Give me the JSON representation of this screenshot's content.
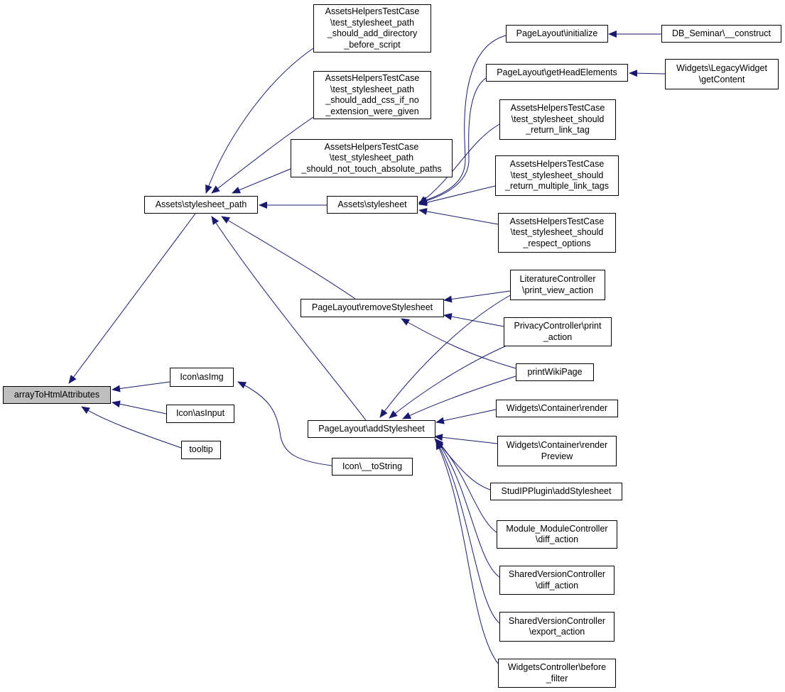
{
  "graph": {
    "edge_color": "#191970",
    "root_fill": "#bfbfbf",
    "nodes": {
      "root": "arrayToHtmlAttributes",
      "stylesheet_path": "Assets\\stylesheet_path",
      "test_path_dir": "AssetsHelpersTestCase\n\\test_stylesheet_path\n_should_add_directory\n_before_script",
      "test_path_css": "AssetsHelpersTestCase\n\\test_stylesheet_path\n_should_add_css_if_no\n_extension_were_given",
      "test_path_abs": "AssetsHelpersTestCase\n\\test_stylesheet_path\n_should_not_touch_absolute_paths",
      "stylesheet": "Assets\\stylesheet",
      "pl_initialize": "PageLayout\\initialize",
      "db_seminar": "DB_Seminar\\__construct",
      "pl_head": "PageLayout\\getHeadElements",
      "legacy_widget": "Widgets\\LegacyWidget\n\\getContent",
      "test_link_tag": "AssetsHelpersTestCase\n\\test_stylesheet_should\n_return_link_tag",
      "test_multi": "AssetsHelpersTestCase\n\\test_stylesheet_should\n_return_multiple_link_tags",
      "test_options": "AssetsHelpersTestCase\n\\test_stylesheet_should\n_respect_options",
      "pl_remove": "PageLayout\\removeStylesheet",
      "lit_ctrl": "LiteratureController\n\\print_view_action",
      "privacy_ctrl": "PrivacyController\\print\n_action",
      "print_wiki": "printWikiPage",
      "pl_add": "PageLayout\\addStylesheet",
      "container_render": "Widgets\\Container\\render",
      "container_preview": "Widgets\\Container\\render\nPreview",
      "studip_plugin": "StudIPPlugin\\addStylesheet",
      "module_ctrl": "Module_ModuleController\n\\diff_action",
      "shared_diff": "SharedVersionController\n\\diff_action",
      "shared_export": "SharedVersionController\n\\export_action",
      "widgets_ctrl": "WidgetsController\\before\n_filter",
      "icon_asimg": "Icon\\asImg",
      "icon_asinput": "Icon\\asInput",
      "tooltip": "tooltip",
      "icon_tostring": "Icon\\__toString"
    }
  }
}
